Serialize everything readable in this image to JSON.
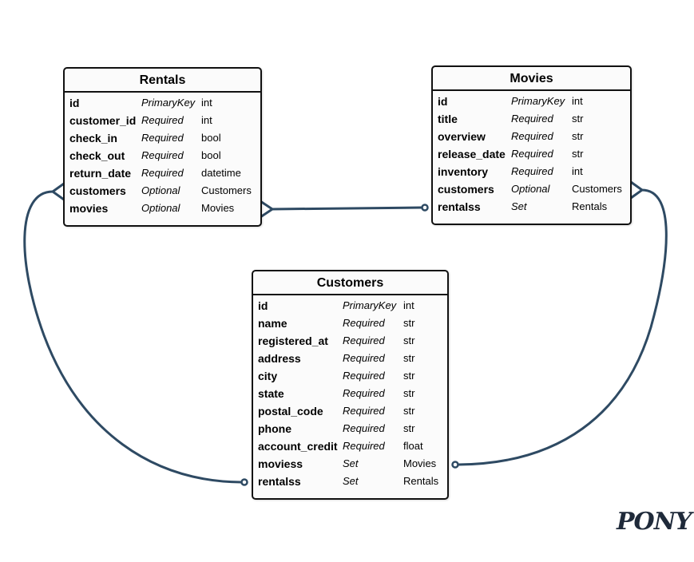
{
  "entities": {
    "rentals": {
      "title": "Rentals",
      "fields": [
        {
          "name": "id",
          "kind": "PrimaryKey",
          "type": "int"
        },
        {
          "name": "customer_id",
          "kind": "Required",
          "type": "int"
        },
        {
          "name": "check_in",
          "kind": "Required",
          "type": "bool"
        },
        {
          "name": "check_out",
          "kind": "Required",
          "type": "bool"
        },
        {
          "name": "return_date",
          "kind": "Required",
          "type": "datetime"
        },
        {
          "name": "customers",
          "kind": "Optional",
          "type": "Customers"
        },
        {
          "name": "movies",
          "kind": "Optional",
          "type": "Movies"
        }
      ]
    },
    "movies": {
      "title": "Movies",
      "fields": [
        {
          "name": "id",
          "kind": "PrimaryKey",
          "type": "int"
        },
        {
          "name": "title",
          "kind": "Required",
          "type": "str"
        },
        {
          "name": "overview",
          "kind": "Required",
          "type": "str"
        },
        {
          "name": "release_date",
          "kind": "Required",
          "type": "str"
        },
        {
          "name": "inventory",
          "kind": "Required",
          "type": "int"
        },
        {
          "name": "customers",
          "kind": "Optional",
          "type": "Customers"
        },
        {
          "name": "rentalss",
          "kind": "Set",
          "type": "Rentals"
        }
      ]
    },
    "customers": {
      "title": "Customers",
      "fields": [
        {
          "name": "id",
          "kind": "PrimaryKey",
          "type": "int"
        },
        {
          "name": "name",
          "kind": "Required",
          "type": "str"
        },
        {
          "name": "registered_at",
          "kind": "Required",
          "type": "str"
        },
        {
          "name": "address",
          "kind": "Required",
          "type": "str"
        },
        {
          "name": "city",
          "kind": "Required",
          "type": "str"
        },
        {
          "name": "state",
          "kind": "Required",
          "type": "str"
        },
        {
          "name": "postal_code",
          "kind": "Required",
          "type": "str"
        },
        {
          "name": "phone",
          "kind": "Required",
          "type": "str"
        },
        {
          "name": "account_credit",
          "kind": "Required",
          "type": "float"
        },
        {
          "name": "moviess",
          "kind": "Set",
          "type": "Movies"
        },
        {
          "name": "rentalss",
          "kind": "Set",
          "type": "Rentals"
        }
      ]
    }
  },
  "relationships": [
    {
      "from": "Rentals.movies",
      "to": "Movies.rentalss"
    },
    {
      "from": "Rentals.customers",
      "to": "Customers.rentalss"
    },
    {
      "from": "Movies.customers",
      "to": "Customers.moviess"
    }
  ],
  "logo": {
    "text": "PONY"
  },
  "colors": {
    "link": "#2e4a63",
    "border": "#111111",
    "entity_bg": "#fbfbfb"
  }
}
